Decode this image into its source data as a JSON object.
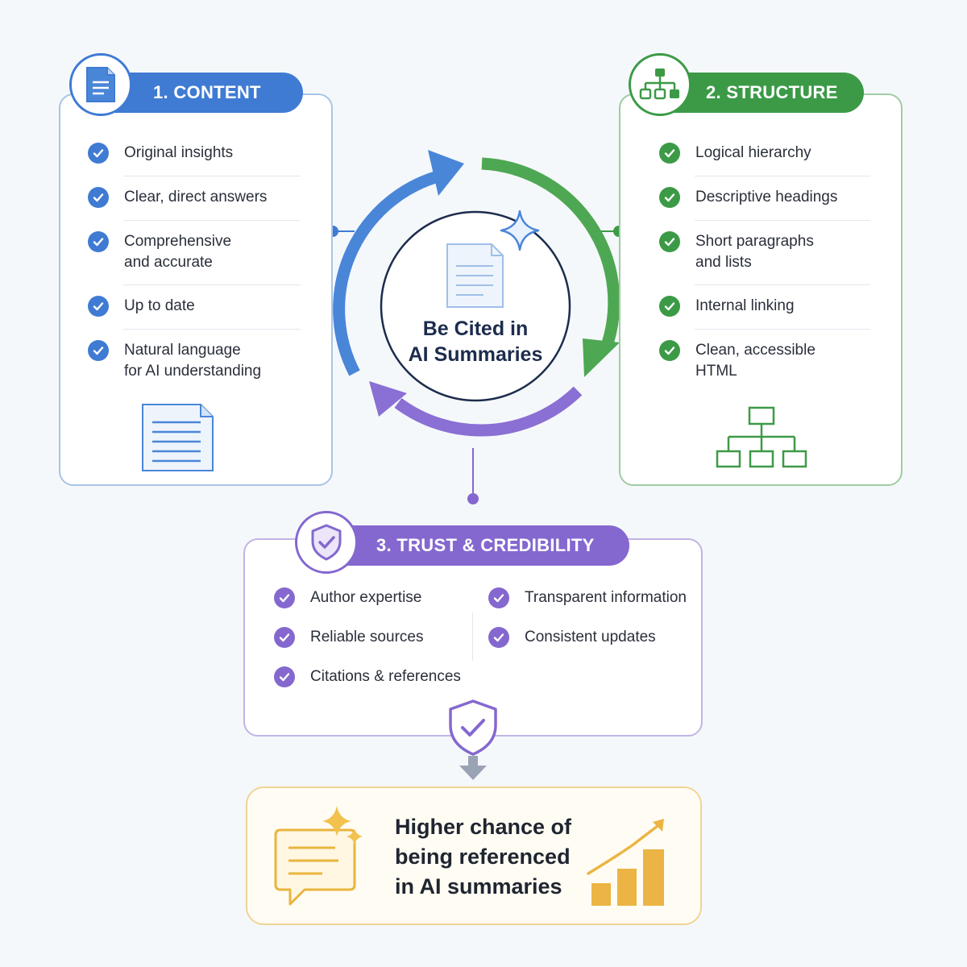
{
  "center": {
    "title": "Be Cited in\nAI Summaries"
  },
  "content_panel": {
    "title": "1. CONTENT",
    "items": [
      "Original insights",
      "Clear, direct answers",
      "Comprehensive\nand accurate",
      "Up to date",
      "Natural language\nfor AI understanding"
    ],
    "icons": {
      "badge": "document-icon",
      "footer": "document-icon"
    },
    "color": "#3f7bd3"
  },
  "structure_panel": {
    "title": "2. STRUCTURE",
    "items": [
      "Logical hierarchy",
      "Descriptive headings",
      "Short paragraphs\nand lists",
      "Internal linking",
      "Clean, accessible\nHTML"
    ],
    "icons": {
      "badge": "sitemap-icon",
      "footer": "sitemap-icon"
    },
    "color": "#3c9a47"
  },
  "trust_panel": {
    "title": "3. TRUST & CREDIBILITY",
    "items_left": [
      "Author expertise",
      "Reliable sources",
      "Citations & references"
    ],
    "items_right": [
      "Transparent information",
      "Consistent updates"
    ],
    "icons": {
      "badge": "shield-check-icon",
      "footer": "shield-check-icon"
    },
    "color": "#8468cf"
  },
  "result_panel": {
    "text": "Higher chance of\nbeing referenced\nin AI summaries",
    "icons": {
      "left": "chat-bubble-sparkle-icon",
      "right": "growth-chart-icon"
    },
    "color": "#e9b53f"
  }
}
